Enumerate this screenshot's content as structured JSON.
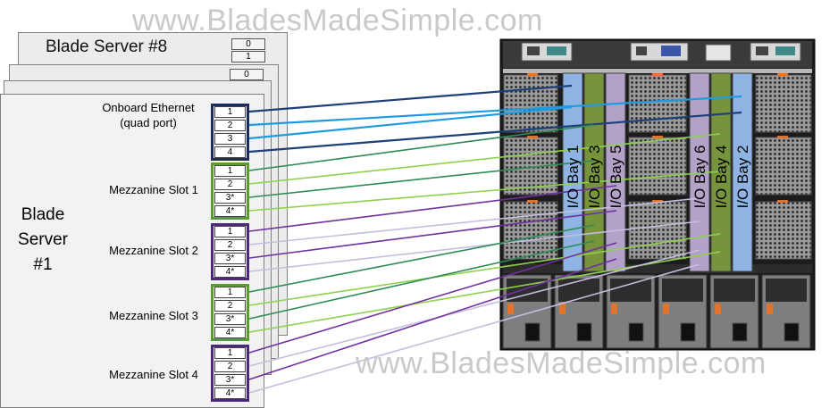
{
  "watermarks": {
    "top": "www.BladesMadeSimple.com",
    "bottom": "www.BladesMadeSimple.com"
  },
  "blade8": {
    "title": "Blade Server #8",
    "stubs": [
      "0",
      "1"
    ]
  },
  "blade_mid": {
    "stubs": [
      "0"
    ]
  },
  "blade1": {
    "title_lines": [
      "Blade",
      "Server",
      "#1"
    ],
    "groups": [
      {
        "label_lines": [
          "Onboard Ethernet",
          "(quad port)"
        ],
        "ports": [
          "1",
          "2",
          "3",
          "4"
        ],
        "border": "#1f2a5e"
      },
      {
        "label_lines": [
          "Mezzanine Slot 1"
        ],
        "ports": [
          "1",
          "2",
          "3*",
          "4*"
        ],
        "border": "#5a9e2a"
      },
      {
        "label_lines": [
          "Mezzanine Slot 2"
        ],
        "ports": [
          "1",
          "2",
          "3*",
          "4*"
        ],
        "border": "#4b2a7a"
      },
      {
        "label_lines": [
          "Mezzanine Slot 3"
        ],
        "ports": [
          "1",
          "2",
          "3*",
          "4*"
        ],
        "border": "#5a9e2a"
      },
      {
        "label_lines": [
          "Mezzanine Slot 4"
        ],
        "ports": [
          "1",
          "2",
          "3*",
          "4*"
        ],
        "border": "#4b2a7a"
      }
    ]
  },
  "io_bays": [
    {
      "label": "I/O Bay 1",
      "color": "#8fb4e3"
    },
    {
      "label": "I/O Bay 3",
      "color": "#77933c"
    },
    {
      "label": "I/O Bay 5",
      "color": "#b3a2c7"
    },
    {
      "label": "I/O Bay 6",
      "color": "#b3a2c7"
    },
    {
      "label": "I/O Bay 4",
      "color": "#77933c"
    },
    {
      "label": "I/O Bay 2",
      "color": "#8fb4e3"
    }
  ],
  "colors": {
    "ethernet_line": "#1f9be0",
    "ethernet_dark": "#1f3f7a",
    "green_dark": "#2e8b57",
    "green_light": "#8fd14f",
    "purple": "#7030a0",
    "lavender": "#c5bde0"
  }
}
